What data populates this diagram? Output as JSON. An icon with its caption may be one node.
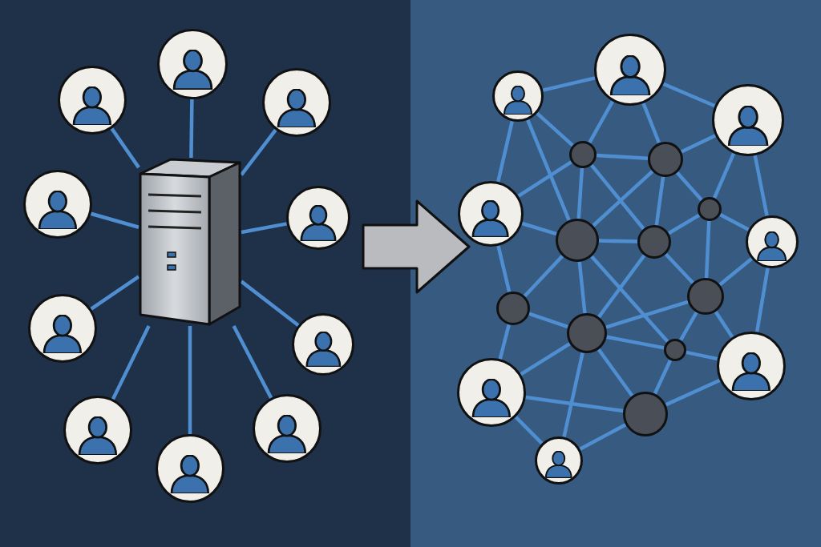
{
  "diagram": {
    "nodes": [
      {
        "text": [],
        "shape": "box"
      },
      {
        "text": [],
        "shape": "picture",
        "in": 0
      },
      {
        "text": [],
        "shape": "person",
        "in": 0
      },
      {
        "text": [],
        "shape": "person",
        "in": 0
      },
      {
        "text": [],
        "shape": "person",
        "in": 0
      },
      {
        "text": [],
        "shape": "person",
        "in": 0
      },
      {
        "text": [],
        "shape": "person",
        "in": 0
      },
      {
        "text": [],
        "shape": "person",
        "in": 0
      },
      {
        "text": [],
        "shape": "person",
        "in": 0
      },
      {
        "text": [],
        "shape": "person",
        "in": 0
      },
      {
        "text": [],
        "shape": "person",
        "in": 0
      },
      {
        "text": [],
        "shape": "person",
        "in": 0
      },
      {
        "text": [],
        "shape": "box"
      },
      {
        "text": [],
        "shape": "person",
        "in": 12
      },
      {
        "text": [],
        "shape": "person",
        "in": 12
      },
      {
        "text": [],
        "shape": "person",
        "in": 12
      },
      {
        "text": [],
        "shape": "circle",
        "in": 12
      },
      {
        "text": [],
        "shape": "circle",
        "in": 12
      },
      {
        "text": [],
        "shape": "circle",
        "in": 12
      },
      {
        "text": [],
        "shape": "person",
        "in": 12
      },
      {
        "text": [],
        "shape": "circle",
        "in": 12
      },
      {
        "text": [],
        "shape": "circle",
        "in": 12
      },
      {
        "text": [],
        "shape": "person",
        "in": 12
      },
      {
        "text": [],
        "shape": "circle",
        "in": 12
      },
      {
        "text": [],
        "shape": "circle",
        "in": 12
      },
      {
        "text": [],
        "shape": "circle",
        "in": 12
      },
      {
        "text": [],
        "shape": "circle",
        "in": 12
      },
      {
        "text": [],
        "shape": "person",
        "in": 12
      },
      {
        "text": [],
        "shape": "person",
        "in": 12
      },
      {
        "text": [],
        "shape": "circle",
        "in": 12
      },
      {
        "text": [],
        "shape": "person",
        "in": 12
      }
    ],
    "edges": [
      {
        "from": 0,
        "to": 12,
        "arrow": "to",
        "style": "thick"
      },
      {
        "from": 1,
        "to": 2,
        "arrow": "none"
      },
      {
        "from": 1,
        "to": 3,
        "arrow": "none"
      },
      {
        "from": 1,
        "to": 4,
        "arrow": "none"
      },
      {
        "from": 1,
        "to": 5,
        "arrow": "none"
      },
      {
        "from": 1,
        "to": 6,
        "arrow": "none"
      },
      {
        "from": 1,
        "to": 7,
        "arrow": "none"
      },
      {
        "from": 1,
        "to": 8,
        "arrow": "none"
      },
      {
        "from": 1,
        "to": 9,
        "arrow": "none"
      },
      {
        "from": 1,
        "to": 10,
        "arrow": "none"
      },
      {
        "from": 1,
        "to": 11,
        "arrow": "none"
      },
      {
        "from": 14,
        "to": 13,
        "arrow": "none"
      },
      {
        "from": 14,
        "to": 19,
        "arrow": "none"
      },
      {
        "from": 14,
        "to": 20,
        "arrow": "none"
      },
      {
        "from": 14,
        "to": 16,
        "arrow": "none"
      },
      {
        "from": 13,
        "to": 16,
        "arrow": "none"
      },
      {
        "from": 13,
        "to": 17,
        "arrow": "none"
      },
      {
        "from": 13,
        "to": 15,
        "arrow": "none"
      },
      {
        "from": 15,
        "to": 17,
        "arrow": "none"
      },
      {
        "from": 15,
        "to": 18,
        "arrow": "none"
      },
      {
        "from": 15,
        "to": 22,
        "arrow": "none"
      },
      {
        "from": 16,
        "to": 17,
        "arrow": "none"
      },
      {
        "from": 16,
        "to": 20,
        "arrow": "none"
      },
      {
        "from": 16,
        "to": 19,
        "arrow": "none"
      },
      {
        "from": 16,
        "to": 21,
        "arrow": "none"
      },
      {
        "from": 17,
        "to": 20,
        "arrow": "none"
      },
      {
        "from": 17,
        "to": 21,
        "arrow": "none"
      },
      {
        "from": 17,
        "to": 18,
        "arrow": "none"
      },
      {
        "from": 19,
        "to": 20,
        "arrow": "none"
      },
      {
        "from": 19,
        "to": 24,
        "arrow": "none"
      },
      {
        "from": 20,
        "to": 21,
        "arrow": "none"
      },
      {
        "from": 18,
        "to": 21,
        "arrow": "none"
      },
      {
        "from": 18,
        "to": 22,
        "arrow": "none"
      },
      {
        "from": 18,
        "to": 23,
        "arrow": "none"
      },
      {
        "from": 22,
        "to": 23,
        "arrow": "none"
      },
      {
        "from": 22,
        "to": 27,
        "arrow": "none"
      },
      {
        "from": 21,
        "to": 23,
        "arrow": "none"
      },
      {
        "from": 20,
        "to": 24,
        "arrow": "none"
      },
      {
        "from": 20,
        "to": 25,
        "arrow": "none"
      },
      {
        "from": 20,
        "to": 26,
        "arrow": "none"
      },
      {
        "from": 21,
        "to": 25,
        "arrow": "none"
      },
      {
        "from": 24,
        "to": 25,
        "arrow": "none"
      },
      {
        "from": 24,
        "to": 28,
        "arrow": "none"
      },
      {
        "from": 25,
        "to": 23,
        "arrow": "none"
      },
      {
        "from": 25,
        "to": 26,
        "arrow": "none"
      },
      {
        "from": 25,
        "to": 28,
        "arrow": "none"
      },
      {
        "from": 25,
        "to": 29,
        "arrow": "none"
      },
      {
        "from": 25,
        "to": 30,
        "arrow": "none"
      },
      {
        "from": 23,
        "to": 26,
        "arrow": "none"
      },
      {
        "from": 23,
        "to": 27,
        "arrow": "none"
      },
      {
        "from": 26,
        "to": 27,
        "arrow": "none"
      },
      {
        "from": 26,
        "to": 29,
        "arrow": "none"
      },
      {
        "from": 28,
        "to": 29,
        "arrow": "none"
      },
      {
        "from": 28,
        "to": 30,
        "arrow": "none"
      },
      {
        "from": 29,
        "to": 30,
        "arrow": "none"
      },
      {
        "from": 29,
        "to": 27,
        "arrow": "none"
      }
    ]
  }
}
